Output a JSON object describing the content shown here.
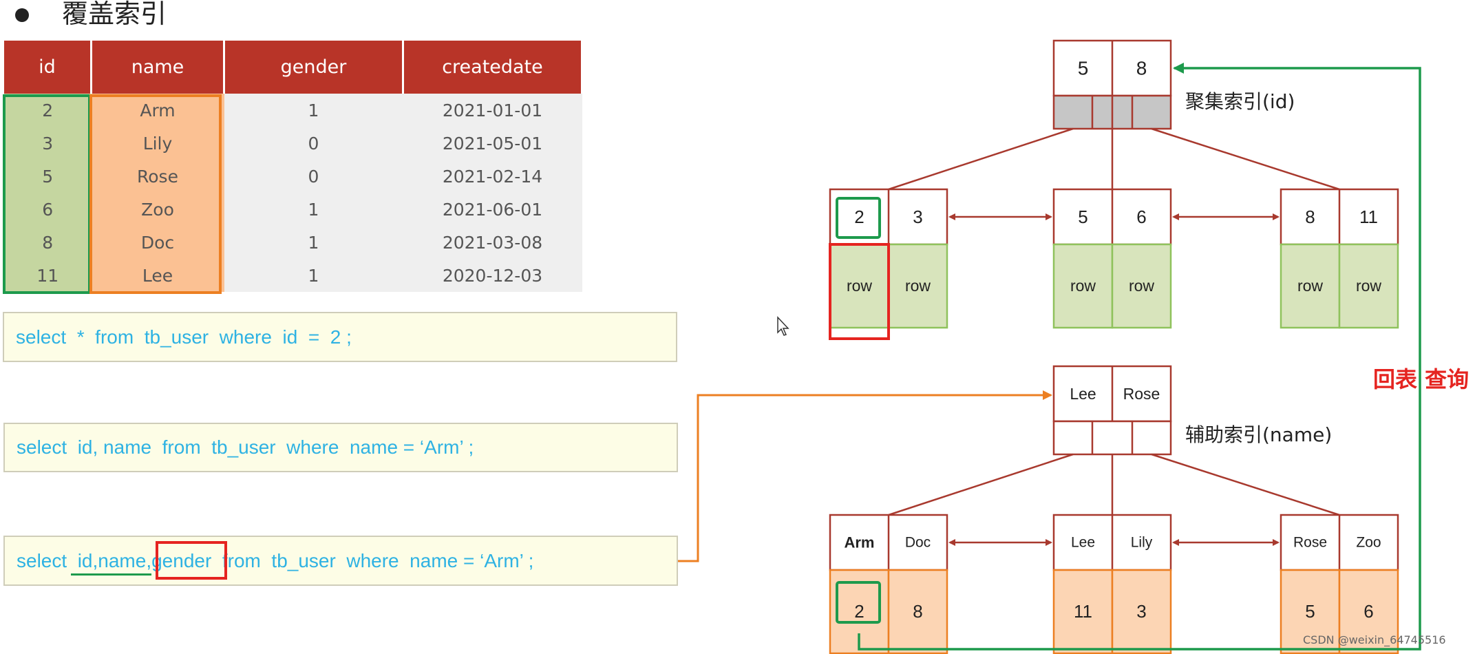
{
  "title": "覆盖索引",
  "table": {
    "headers": [
      "id",
      "name",
      "gender",
      "createdate"
    ],
    "rows": [
      [
        "2",
        "Arm",
        "1",
        "2021-01-01"
      ],
      [
        "3",
        "Lily",
        "0",
        "2021-05-01"
      ],
      [
        "5",
        "Rose",
        "0",
        "2021-02-14"
      ],
      [
        "6",
        "Zoo",
        "1",
        "2021-06-01"
      ],
      [
        "8",
        "Doc",
        "1",
        "2021-03-08"
      ],
      [
        "11",
        "Lee",
        "1",
        "2020-12-03"
      ]
    ]
  },
  "sql": {
    "q1": "select  *  from  tb_user  where  id  =  2 ;",
    "q2": "select  id, name  from  tb_user  where  name = ‘Arm’ ;",
    "q3": {
      "prefix": "select  ",
      "id_name": "id,name",
      "comma": ",",
      "gender": "gender",
      "suffix": "  from  tb_user  where  name = ‘Arm’ ;"
    }
  },
  "clustered_index": {
    "label": "聚集索引(id)",
    "root_keys": [
      "5",
      "8"
    ],
    "leaves": [
      {
        "keys": [
          "2",
          "3"
        ],
        "rows": [
          "row",
          "row"
        ]
      },
      {
        "keys": [
          "5",
          "6"
        ],
        "rows": [
          "row",
          "row"
        ]
      },
      {
        "keys": [
          "8",
          "11"
        ],
        "rows": [
          "row",
          "row"
        ]
      }
    ]
  },
  "secondary_index": {
    "label": "辅助索引(name)",
    "root_keys": [
      "Lee",
      "Rose"
    ],
    "leaves": [
      {
        "keys": [
          "Arm",
          "Doc"
        ],
        "ids": [
          "2",
          "8"
        ]
      },
      {
        "keys": [
          "Lee",
          "Lily"
        ],
        "ids": [
          "11",
          "3"
        ]
      },
      {
        "keys": [
          "Rose",
          "Zoo"
        ],
        "ids": [
          "5",
          "6"
        ]
      }
    ]
  },
  "back_query_label": "回表 查询",
  "watermark": "CSDN @weixin_64745516",
  "colors": {
    "header_red": "#b83428",
    "green": "#1d9a4c",
    "orange": "#ec7f22",
    "red": "#e52420",
    "sql_blue": "#2eb2e3",
    "leaf_green_fill": "#d8e4bc",
    "leaf_orange_fill": "#fcd5b4"
  },
  "icons": [
    "cursor-icon",
    "bullet-icon"
  ]
}
